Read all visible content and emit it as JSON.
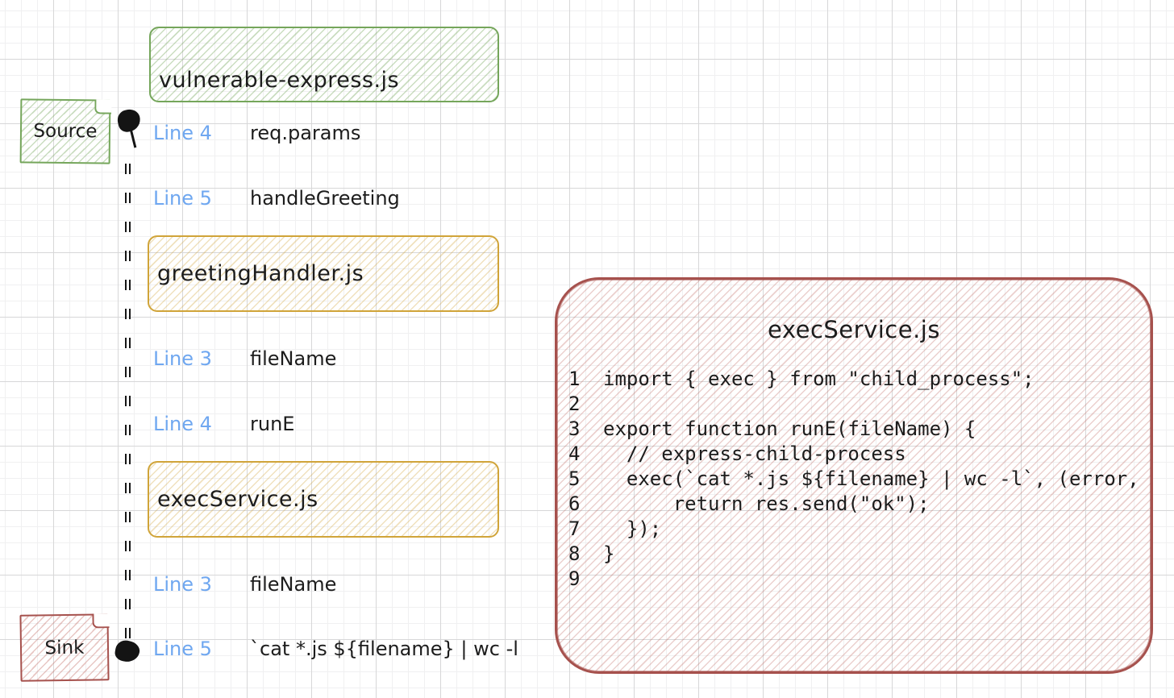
{
  "diagram": {
    "top_file_box": {
      "label": "vulnerable-express.js"
    },
    "source_note": {
      "label": "Source"
    },
    "sink_note": {
      "label": "Sink"
    },
    "greeting_handler_box": {
      "label": "greetingHandler.js"
    },
    "exec_service_box": {
      "label": "execService.js"
    },
    "steps": [
      {
        "line": "Line 4",
        "symbol": "req.params"
      },
      {
        "line": "Line 5",
        "symbol": "handleGreeting"
      },
      {
        "line": "Line 3",
        "symbol": "fileName"
      },
      {
        "line": "Line 4",
        "symbol": "runE"
      },
      {
        "line": "Line 3",
        "symbol": "fileName"
      },
      {
        "line": "Line 5",
        "symbol": "`cat *.js ${filename} | wc -l"
      }
    ],
    "code_panel": {
      "title": "execService.js",
      "lines": [
        {
          "no": "1",
          "code": "import { exec } from \"child_process\";"
        },
        {
          "no": "2",
          "code": ""
        },
        {
          "no": "3",
          "code": "export function runE(fileName) {"
        },
        {
          "no": "4",
          "code": "  // express-child-process"
        },
        {
          "no": "5",
          "code": "  exec(`cat *.js ${filename} | wc -l`, (error,"
        },
        {
          "no": "6",
          "code": "      return res.send(\"ok\");"
        },
        {
          "no": "7",
          "code": "  });"
        },
        {
          "no": "8",
          "code": "}"
        },
        {
          "no": "9",
          "code": ""
        }
      ]
    },
    "colors": {
      "green_stroke": "#75a65b",
      "yellow_stroke": "#d0a439",
      "red_stroke": "#a6514d",
      "blue_label": "#6fa7f0",
      "ink": "#1c1c1c"
    }
  }
}
